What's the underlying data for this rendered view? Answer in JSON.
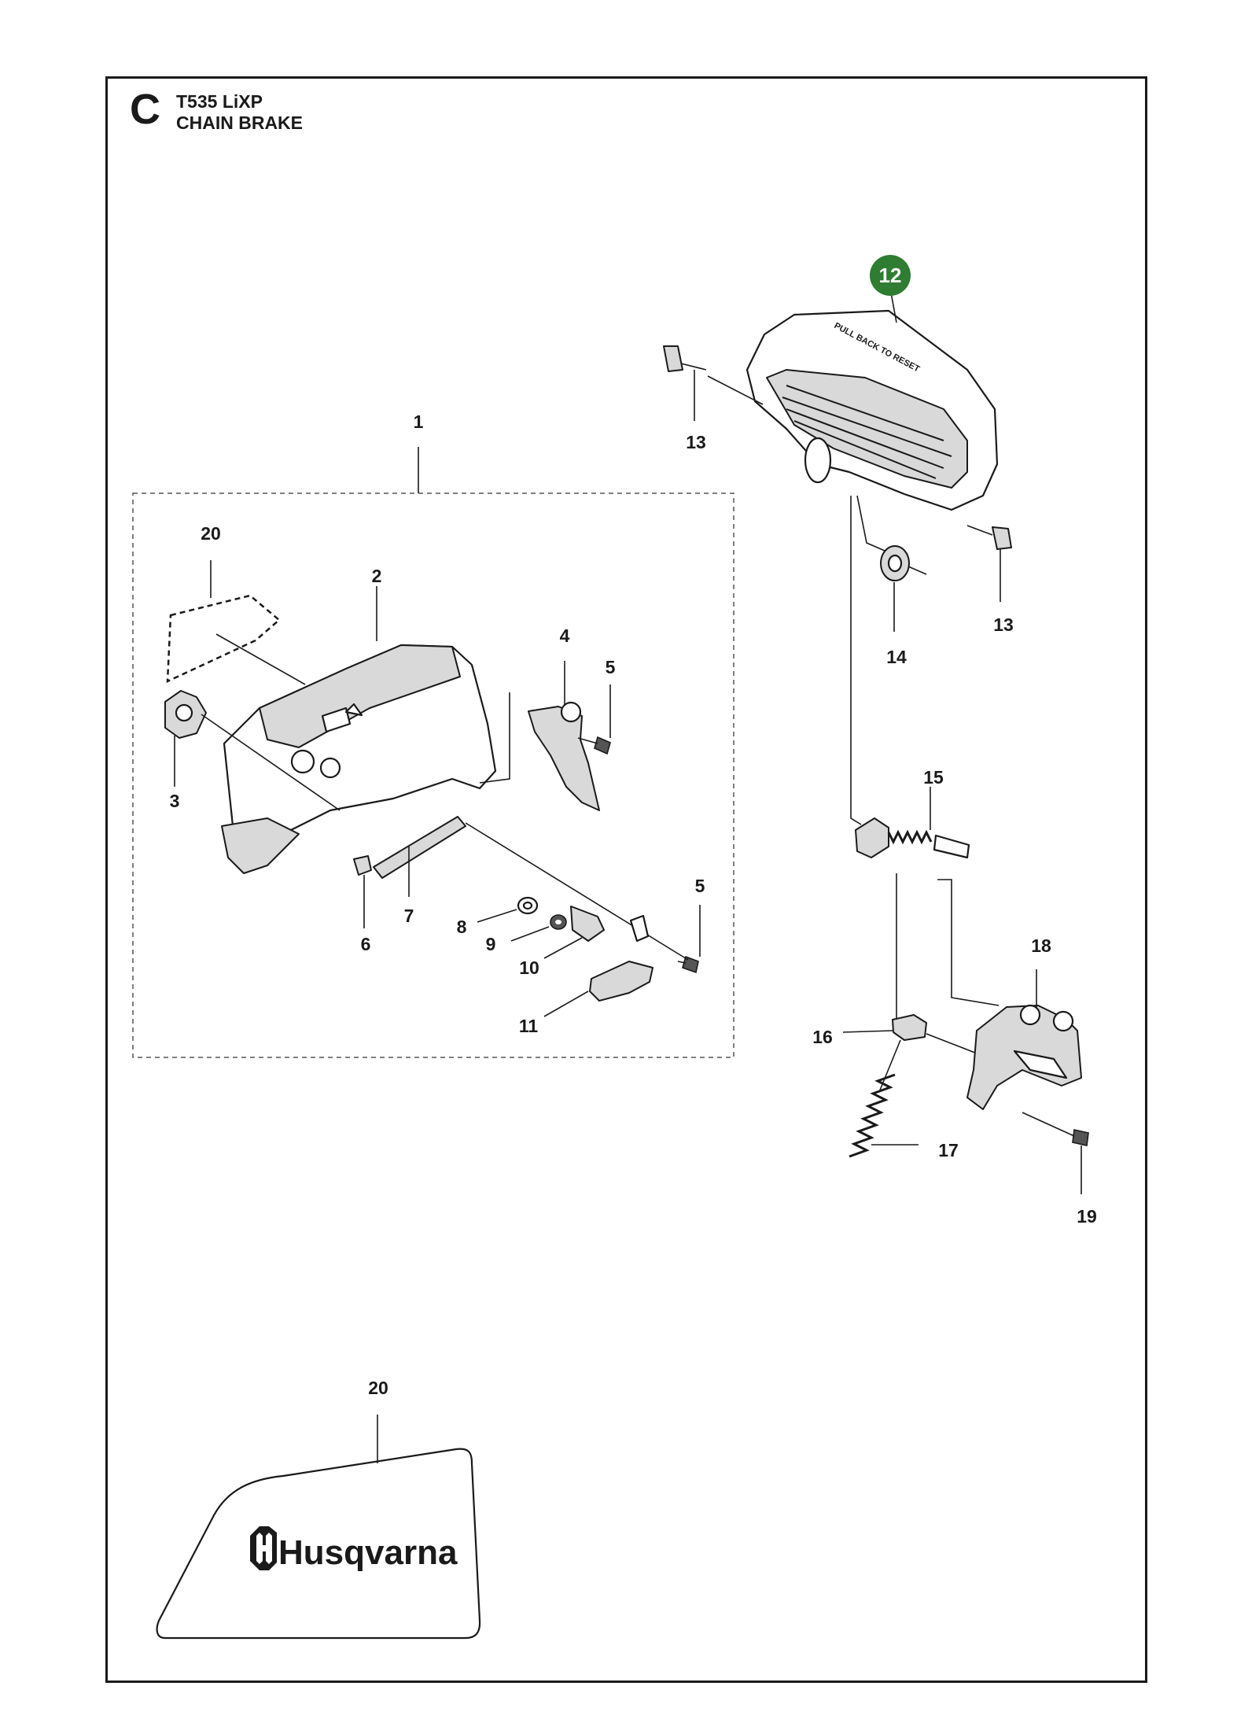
{
  "header": {
    "section_letter": "C",
    "model": "T535 LiXP",
    "title": "CHAIN BRAKE"
  },
  "colors": {
    "frame": "#1a1a1a",
    "highlight_badge": "#2e7d32",
    "badge_text": "#ffffff"
  },
  "callouts": {
    "c1": "1",
    "c2": "2",
    "c3": "3",
    "c4": "4",
    "c5a": "5",
    "c5b": "5",
    "c6": "6",
    "c7": "7",
    "c8": "8",
    "c9": "9",
    "c10": "10",
    "c11": "11",
    "c12": "12",
    "c13a": "13",
    "c13b": "13",
    "c14": "14",
    "c15": "15",
    "c16": "16",
    "c17": "17",
    "c18": "18",
    "c19": "19",
    "c20a": "20",
    "c20b": "20"
  },
  "decal": {
    "brand": "Husqvarna"
  },
  "guard_text": "PULL BACK TO RESET"
}
